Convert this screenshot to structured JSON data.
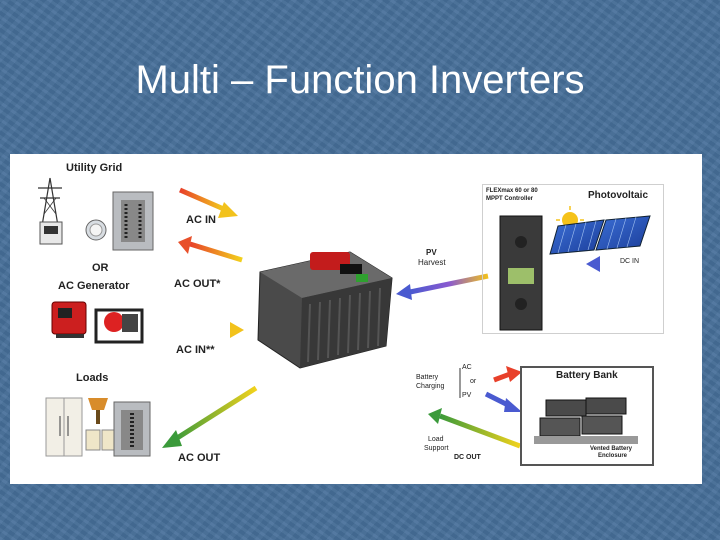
{
  "slide": {
    "title": "Multi – Function Inverters"
  },
  "diagram": {
    "sources": {
      "utility_grid": "Utility Grid",
      "or_label": "OR",
      "ac_generator": "AC Generator",
      "loads": "Loads"
    },
    "flows": {
      "ac_in_1": "AC IN",
      "ac_out_star": "AC OUT*",
      "ac_in_2": "AC IN**",
      "ac_out": "AC OUT",
      "pv_harvest_1": "PV",
      "pv_harvest_2": "Harvest",
      "dc_in": "DC IN",
      "battery_charging_1": "Battery",
      "battery_charging_2": "Charging",
      "ac_option": "AC",
      "or_small": "or",
      "pv_option": "PV",
      "load_support_1": "Load",
      "load_support_2": "Support",
      "dc_out": "DC OUT"
    },
    "pv_panel": {
      "controller_1": "FLEXmax 60 or 80",
      "controller_2": "MPPT Controller",
      "photovoltaic": "Photovoltaic"
    },
    "battery": {
      "title": "Battery Bank",
      "enclosure_1": "Vented Battery",
      "enclosure_2": "Enclosure"
    },
    "colors": {
      "background": "#47709a",
      "arrow_red": "#e8402a",
      "arrow_yellow": "#f2d21c",
      "arrow_green": "#3a9a3a",
      "arrow_blue": "#4a5ad0"
    }
  }
}
